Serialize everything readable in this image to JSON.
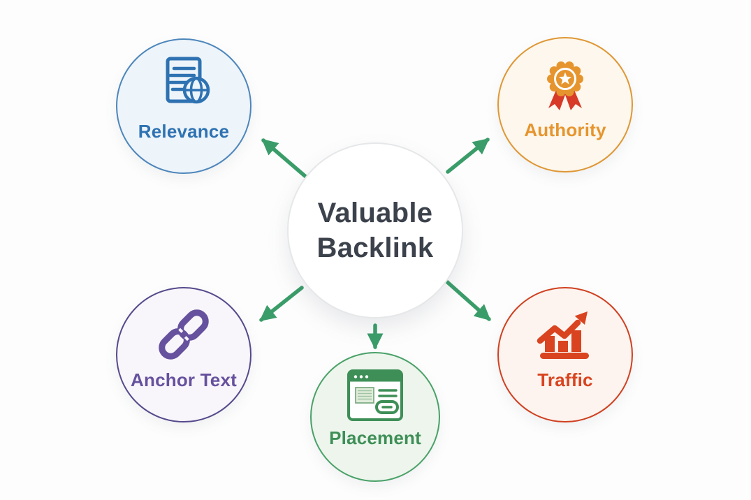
{
  "center": {
    "label": "Valuable Backlink",
    "text_color": "#3c424b",
    "border_color": "#e6e7e9"
  },
  "arrow_color": "#3a9d69",
  "background_color": "#fdfdfd",
  "nodes": [
    {
      "id": "relevance",
      "label": "Relevance",
      "icon": "document-globe-icon",
      "colors": {
        "accent": "#2e72b2",
        "border": "#4d86bb",
        "fill": "#edf4fa"
      }
    },
    {
      "id": "authority",
      "label": "Authority",
      "icon": "award-ribbon-icon",
      "colors": {
        "accent": "#e6952e",
        "border": "#df9734",
        "fill": "#fdf7ed",
        "ribbon": "#d83a28"
      }
    },
    {
      "id": "anchor-text",
      "label": "Anchor Text",
      "icon": "chain-link-icon",
      "colors": {
        "accent": "#66519e",
        "border": "#564a8c",
        "fill": "#f8f6fb"
      }
    },
    {
      "id": "placement",
      "label": "Placement",
      "icon": "browser-link-icon",
      "colors": {
        "accent": "#3e8f57",
        "border": "#49a168",
        "fill": "#edf5ec"
      }
    },
    {
      "id": "traffic",
      "label": "Traffic",
      "icon": "bar-chart-growth-icon",
      "colors": {
        "accent": "#d9431f",
        "border": "#d04020",
        "fill": "#fdf4ef"
      }
    }
  ]
}
